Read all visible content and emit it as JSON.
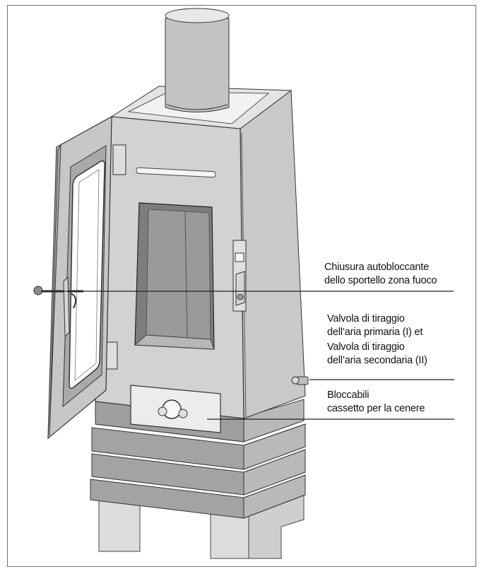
{
  "labels": [
    {
      "id": "door-lock",
      "lines": [
        "Chiusura autobloccante",
        "dello sportello zona fuoco"
      ]
    },
    {
      "id": "air-valves",
      "lines": [
        "Valvola di tiraggio",
        "dell’aria primaria (I) et",
        "Valvola di tiraggio",
        "dell’aria secondaria (II)"
      ]
    },
    {
      "id": "ash-drawer",
      "lines": [
        "Bloccabili",
        "cassetto per la cenere"
      ]
    }
  ]
}
